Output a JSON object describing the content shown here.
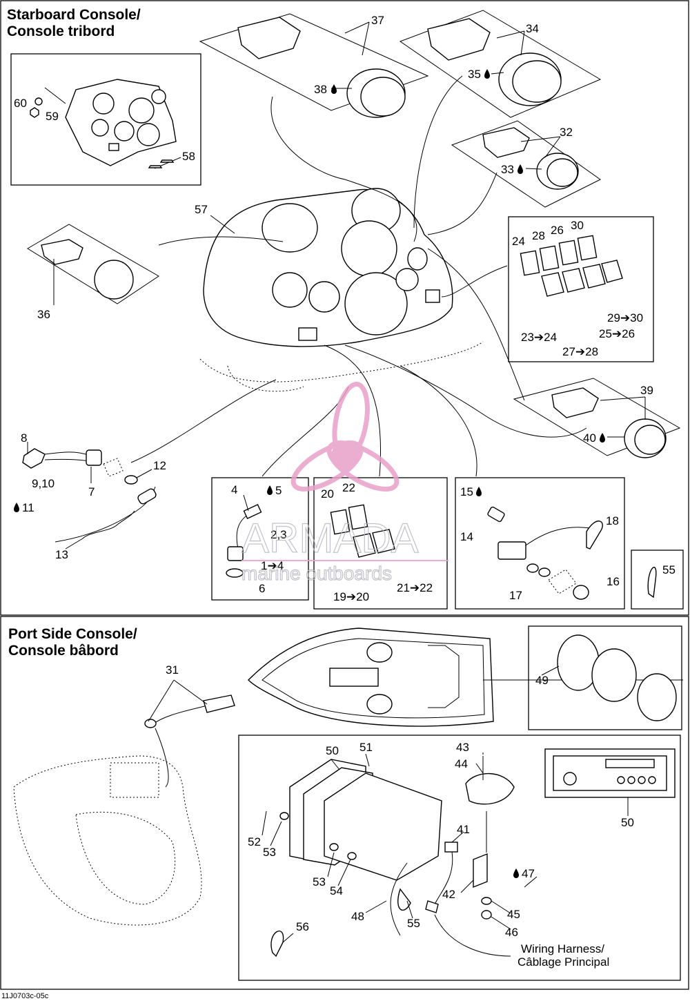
{
  "sections": {
    "starboard": {
      "title_line1": "Starboard Console/",
      "title_line2": "Console tribord"
    },
    "port": {
      "title_line1": "Port Side Console/",
      "title_line2": "Console bâbord"
    }
  },
  "callouts": {
    "c37": "37",
    "c34": "34",
    "c38": "38",
    "c35": "35",
    "c32": "32",
    "c33": "33",
    "c60": "60",
    "c59": "59",
    "c58": "58",
    "c57": "57",
    "c36": "36",
    "c24": "24",
    "c28": "28",
    "c26": "26",
    "c30": "30",
    "c23_24": "23➔24",
    "c25_26": "25➔26",
    "c27_28": "27➔28",
    "c29_30": "29➔30",
    "c39": "39",
    "c40": "40",
    "c8": "8",
    "c9_10": "9,10",
    "c11": "11",
    "c7": "7",
    "c12": "12",
    "c13": "13",
    "c4": "4",
    "c5": "5",
    "c2_3": "2,3",
    "c1_4": "1➔4",
    "c6": "6",
    "c20": "20",
    "c22": "22",
    "c19_20": "19➔20",
    "c21_22": "21➔22",
    "c15": "15",
    "c14": "14",
    "c18": "18",
    "c17": "17",
    "c16": "16",
    "c55a": "55",
    "c31": "31",
    "c49": "49",
    "c50a": "50",
    "c51": "51",
    "c43": "43",
    "c44": "44",
    "c41": "41",
    "c52": "52",
    "c53a": "53",
    "c53b": "53",
    "c54": "54",
    "c42": "42",
    "c47": "47",
    "c45": "45",
    "c46": "46",
    "c48": "48",
    "c55b": "55",
    "c56": "56",
    "c50b": "50"
  },
  "harness_note": {
    "line1": "Wiring Harness/",
    "line2": "Câblage Principal"
  },
  "figure_ref": "11J0703c-05c",
  "watermark": {
    "brand": "ARMADA",
    "tagline": "marine outboards",
    "color": "#e8a0c8"
  }
}
